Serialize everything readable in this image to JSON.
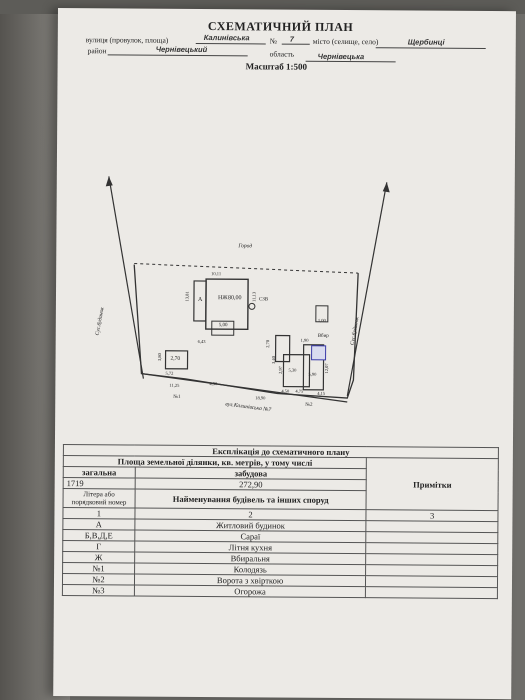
{
  "header": {
    "title": "СХЕМАТИЧНИЙ ПЛАН",
    "street_label": "вулиця (провулок, площа)",
    "street_value": "Калинівська",
    "number_label": "№",
    "number_value": "7",
    "city_label": "місто (селище, село)",
    "city_value": "Щербинці",
    "district_label": "район",
    "district_value": "Чернівецький",
    "region_label": "область",
    "region_value": "Чернівецька",
    "scale": "Масштаб 1:500"
  },
  "plan": {
    "garden": "Город",
    "road": "вул.Калинівська №7",
    "neighbor_left": "Сус.будинок",
    "neighbor_right": "Сус.будинок",
    "house_letter": "А",
    "house_area": "80,00",
    "house_label": "НЖ",
    "shed_area": "2,70",
    "shed2_area": "5,00",
    "well": "Вбир",
    "dims": [
      "10,11",
      "11,13",
      "13,81",
      "6,43",
      "5,72",
      "3,80",
      "11,25",
      "4,30",
      "18,90",
      "4,75",
      "2,70",
      "3,40",
      "5,30",
      "4,50",
      "1,90",
      "1,00",
      "5,90",
      "4,15",
      "12,07",
      "2,97"
    ],
    "misc_labels": [
      "СЗВ",
      "№1",
      "№2"
    ]
  },
  "explication": {
    "heading": "Експлікація до схематичного плану",
    "area_heading": "Площа земельної ділянки, кв. метрів, у тому числі",
    "total_label": "загальна",
    "built_label": "забудова",
    "total_value": "1719",
    "built_value": "272,90",
    "notes_label": "Примітки",
    "col1_label": "Літера або порядковий номер",
    "col2_label": "Найменування будівель та інших споруд",
    "col_numbers": [
      "1",
      "2",
      "3"
    ],
    "rows": [
      {
        "letter": "А",
        "name": "Житловий будинок"
      },
      {
        "letter": "Б,В,Д,Е",
        "name": "Сараї"
      },
      {
        "letter": "Г",
        "name": "Літня кухня"
      },
      {
        "letter": "Ж",
        "name": "Вбиральня"
      },
      {
        "letter": "№1",
        "name": "Колодязь"
      },
      {
        "letter": "№2",
        "name": "Ворота з хвірткою"
      },
      {
        "letter": "№3",
        "name": "Огорожа"
      }
    ]
  }
}
